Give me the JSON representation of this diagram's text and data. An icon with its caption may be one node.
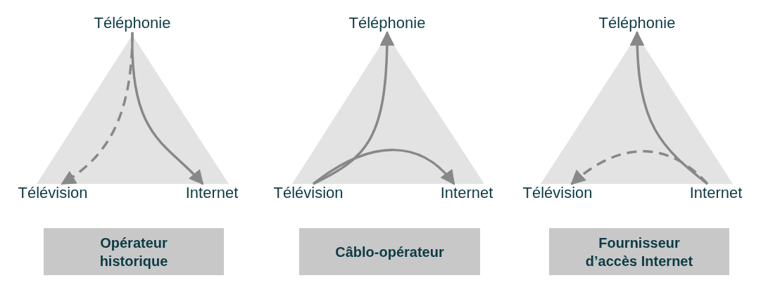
{
  "diagram": {
    "nodes": [
      {
        "text": [
          "Téléphonie"
        ]
      },
      {
        "text": [
          "Télévision"
        ]
      },
      {
        "text": [
          "Internet"
        ]
      },
      {
        "text": [
          "Opérateur historique"
        ]
      },
      {
        "text": [
          "Téléphonie"
        ]
      },
      {
        "text": [
          "Télévision"
        ]
      },
      {
        "text": [
          "Internet"
        ]
      },
      {
        "text": [
          "Câblo-opérateur"
        ]
      },
      {
        "text": [
          "Téléphonie"
        ]
      },
      {
        "text": [
          "Télévision"
        ]
      },
      {
        "text": [
          "Internet"
        ]
      },
      {
        "text": [
          "Fournisseur d’accès Internet"
        ]
      }
    ],
    "edges": [
      {
        "from": 0,
        "to": 2,
        "arrow": "to"
      },
      {
        "from": 0,
        "to": 1,
        "arrow": "to",
        "style": "dashed"
      },
      {
        "from": 5,
        "to": 4,
        "arrow": "to"
      },
      {
        "from": 5,
        "to": 6,
        "arrow": "to"
      },
      {
        "from": 10,
        "to": 8,
        "arrow": "to"
      },
      {
        "from": 10,
        "to": 9,
        "arrow": "to",
        "style": "dashed"
      }
    ]
  }
}
